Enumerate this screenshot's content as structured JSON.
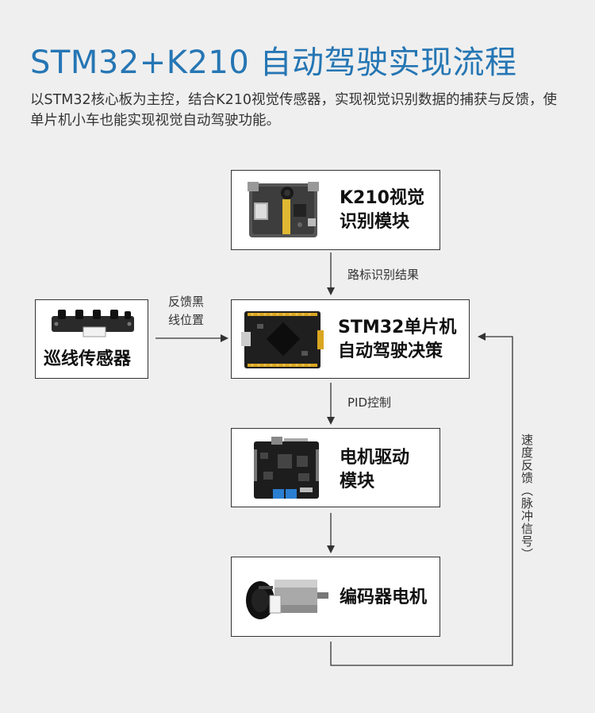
{
  "header": {
    "title": "STM32+K210 自动驾驶实现流程",
    "intro": "以STM32核心板为主控，结合K210视觉传感器，实现视觉识别数据的捕获与反馈，使单片机小车也能实现视觉自动驾驶功能。"
  },
  "nodes": {
    "k210": {
      "line1": "K210视觉",
      "line2": "识别模块",
      "image_icon": "k210-camera-board-icon"
    },
    "stm32": {
      "line1": "STM32单片机",
      "line2": "自动驾驶决策",
      "image_icon": "stm32-board-icon"
    },
    "line_sensor": {
      "label": "巡线传感器",
      "image_icon": "line-sensor-board-icon"
    },
    "motor_driver": {
      "line1": "电机驱动",
      "line2": "模块",
      "image_icon": "motor-driver-board-icon"
    },
    "encoder_motor": {
      "label": "编码器电机",
      "image_icon": "encoder-motor-icon"
    }
  },
  "edges": {
    "k210_to_stm32": "路标识别结果",
    "sensor_to_stm32": {
      "line1": "反馈黑",
      "line2": "线位置"
    },
    "stm32_to_driver": "PID控制",
    "motor_feedback": "速度反馈（脉冲信号）"
  },
  "colors": {
    "title": "#2576b4",
    "background": "#efefef",
    "box_border": "#333333",
    "pcb_dark": "#1f1f1f",
    "pcb_accent_yellow": "#d9a620",
    "terminal_blue": "#2a7fd1"
  }
}
